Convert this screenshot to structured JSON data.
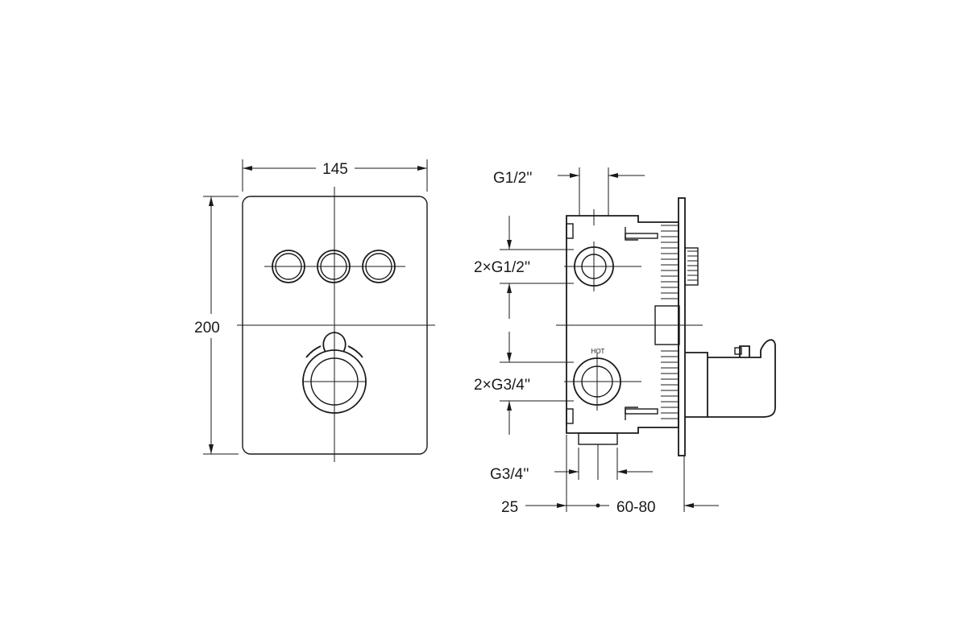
{
  "front_view": {
    "width_label": "145",
    "height_label": "200"
  },
  "side_view": {
    "top_outlet_label": "G1/2''",
    "upper_inlets_label": "2×G1/2''",
    "lower_inlets_label": "2×G3/4''",
    "hot_marking": "HOT",
    "bottom_outlet_label": "G3/4''",
    "offset_label": "25",
    "depth_label": "60-80"
  }
}
